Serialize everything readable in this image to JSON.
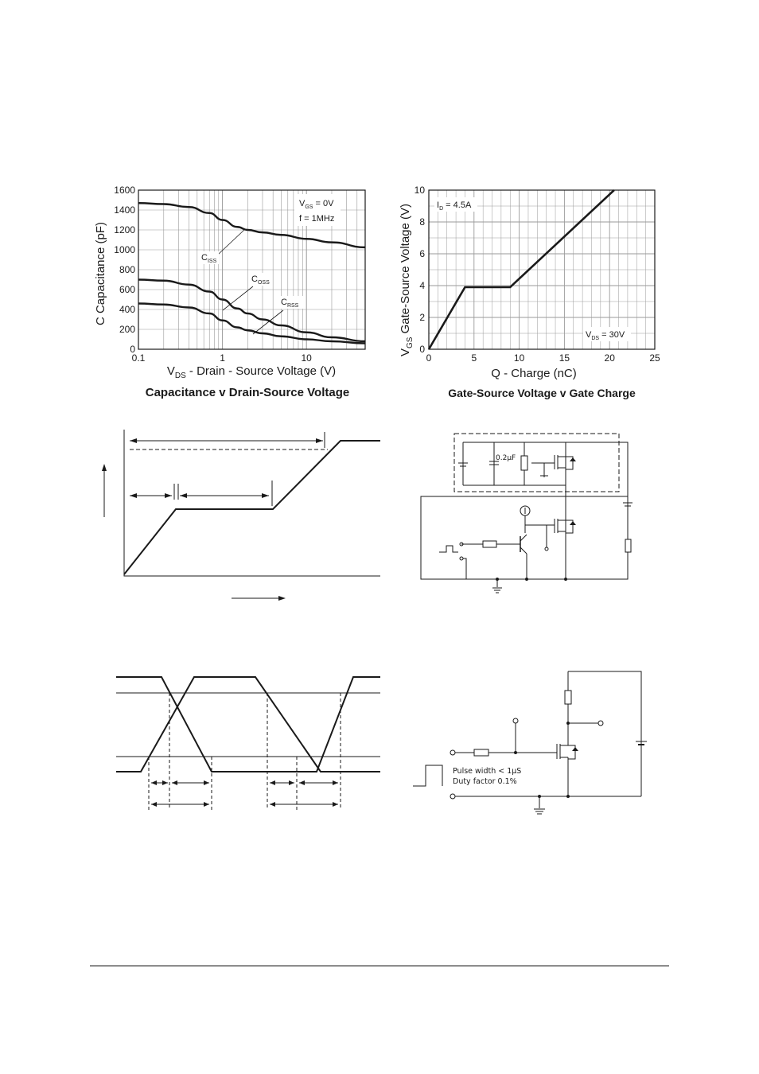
{
  "chart_data": [
    {
      "type": "line",
      "caption": "Capacitance v Drain-Source Voltage",
      "ylabel": "C  Capacitance (pF)",
      "xlabel": {
        "main": "V",
        "sub": "DS",
        "rest": " - Drain - Source Voltage (V)"
      },
      "x_scale": "log",
      "xlim": [
        0.1,
        50
      ],
      "ylim": [
        0,
        1600
      ],
      "x_ticks": [
        "0.1",
        "1",
        "10"
      ],
      "y_ticks": [
        "0",
        "200",
        "400",
        "600",
        "800",
        "1000",
        "1200",
        "1400",
        "1600"
      ],
      "grid": true,
      "conditions": [
        {
          "main": "V",
          "sub": "GS",
          "rest": " = 0V"
        },
        {
          "main": "f = 1MHz",
          "sub": "",
          "rest": ""
        }
      ],
      "series": [
        {
          "name": "C",
          "sub": "ISS",
          "x": [
            0.1,
            0.2,
            0.4,
            0.7,
            1.0,
            1.5,
            2,
            3,
            5,
            10,
            20,
            50
          ],
          "y": [
            1470,
            1460,
            1430,
            1370,
            1300,
            1230,
            1200,
            1175,
            1150,
            1110,
            1075,
            1025
          ]
        },
        {
          "name": "C",
          "sub": "OSS",
          "x": [
            0.1,
            0.2,
            0.4,
            0.7,
            1.0,
            1.5,
            2,
            3,
            5,
            10,
            20,
            50
          ],
          "y": [
            700,
            690,
            650,
            580,
            500,
            410,
            360,
            300,
            240,
            170,
            120,
            80
          ]
        },
        {
          "name": "C",
          "sub": "RSS",
          "x": [
            0.1,
            0.2,
            0.4,
            0.7,
            1.0,
            1.5,
            2,
            3,
            5,
            10,
            20,
            50
          ],
          "y": [
            460,
            450,
            420,
            360,
            290,
            220,
            190,
            160,
            130,
            100,
            80,
            60
          ]
        }
      ]
    },
    {
      "type": "line",
      "caption": "Gate-Source Voltage v Gate Charge",
      "ylabel": {
        "main": "V",
        "sub": "GS",
        "rest": "  Gate-Source Voltage (V)"
      },
      "xlabel": "Q - Charge (nC)",
      "xlim": [
        0,
        25
      ],
      "ylim": [
        0,
        10
      ],
      "x_ticks": [
        "0",
        "5",
        "10",
        "15",
        "20",
        "25"
      ],
      "y_ticks": [
        "0",
        "2",
        "4",
        "6",
        "8",
        "10"
      ],
      "grid": true,
      "conditions": [
        {
          "main": "I",
          "sub": "D",
          "rest": " = 4.5A"
        },
        {
          "main": "V",
          "sub": "DS",
          "rest": " = 30V"
        }
      ],
      "series": [
        {
          "x": [
            0,
            4,
            9,
            20.5
          ],
          "y": [
            0,
            3.9,
            3.9,
            10
          ]
        }
      ]
    }
  ],
  "circuits": {
    "gate_charge_cap": "0.2µF",
    "pulse_note": [
      "Pulse width < 1µS",
      "Duty factor 0.1%"
    ]
  }
}
